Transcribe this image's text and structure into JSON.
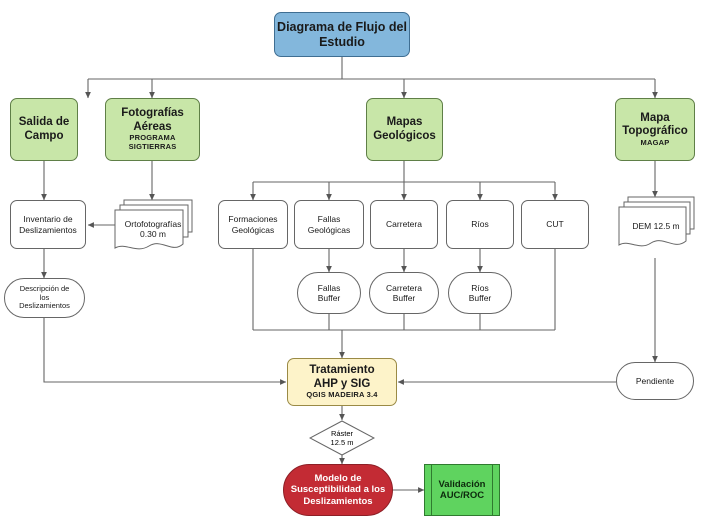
{
  "diagram": {
    "title": "Diagrama de Flujo del Estudio",
    "colors": {
      "title_fill": "#83b7dc",
      "source_fill": "#c8e6a8",
      "process_fill": "#fdf3c9",
      "model_fill": "#c32b34",
      "validation_fill": "#5fd35f",
      "default_fill": "#ffffff",
      "stroke": "#666666"
    },
    "nodes": {
      "title": {
        "label": "Diagrama de Flujo del Estudio"
      },
      "salida_campo": {
        "label": "Salida de Campo"
      },
      "fotografias_aereas": {
        "label": "Fotografías Aéreas",
        "sub": "PROGRAMA SIGTIERRAS"
      },
      "mapas_geologicos": {
        "label": "Mapas Geológicos"
      },
      "mapa_topografico": {
        "label": "Mapa Topográfico",
        "sub": "MAGAP"
      },
      "inventario": {
        "label": "Inventario de Deslizamientos"
      },
      "ortofotografias": {
        "label": "Ortofotografías",
        "line2": "0.30 m"
      },
      "formaciones": {
        "label": "Formaciones Geológicas"
      },
      "fallas": {
        "label": "Fallas Geológicas"
      },
      "carretera": {
        "label": "Carretera"
      },
      "rios": {
        "label": "Ríos"
      },
      "cut": {
        "label": "CUT"
      },
      "dem": {
        "label": "DEM 12.5 m"
      },
      "descripcion": {
        "label": "Descripción de los Deslizamientos"
      },
      "fallas_buffer": {
        "label": "Fallas Buffer"
      },
      "carretera_buffer": {
        "label": "Carretera Buffer"
      },
      "rios_buffer": {
        "label": "Ríos Buffer"
      },
      "pendiente": {
        "label": "Pendiente"
      },
      "tratamiento": {
        "label": "Tratamiento AHP y SIG",
        "sub": "QGIS MADEIRA 3.4"
      },
      "raster": {
        "label": "Ráster",
        "line2": "12.5 m"
      },
      "modelo": {
        "label": "Modelo de Susceptibilidad a los Deslizamientos"
      },
      "validacion": {
        "label": "Validación AUC/ROC"
      }
    },
    "node_text": {
      "title_l1": "Diagrama de Flujo del",
      "title_l2": "Estudio",
      "salida_l1": "Salida de",
      "salida_l2": "Campo",
      "foto_l1": "Fotografías",
      "foto_l2": "Aéreas",
      "foto_s1": "PROGRAMA",
      "foto_s2": "SIGTIERRAS",
      "mapas_l1": "Mapas",
      "mapas_l2": "Geológicos",
      "topo_l1": "Mapa",
      "topo_l2": "Topográfico",
      "topo_s1": "MAGAP",
      "inv_l1": "Inventario de",
      "inv_l2": "Deslizamientos",
      "orto_l1": "Ortofotografías",
      "orto_l2": "0.30 m",
      "form_l1": "Formaciones",
      "form_l2": "Geológicas",
      "fallas_l1": "Fallas",
      "fallas_l2": "Geológicas",
      "carretera_l1": "Carretera",
      "rios_l1": "Ríos",
      "cut_l1": "CUT",
      "dem_l1": "DEM 12.5 m",
      "desc_l1": "Descripción de",
      "desc_l2": "los",
      "desc_l3": "Deslizamientos",
      "fb_l1": "Fallas",
      "fb_l2": "Buffer",
      "cb_l1": "Carretera",
      "cb_l2": "Buffer",
      "rb_l1": "Ríos",
      "rb_l2": "Buffer",
      "pend_l1": "Pendiente",
      "trat_l1": "Tratamiento",
      "trat_l2": "AHP y SIG",
      "trat_s1": "QGIS MADEIRA 3.4",
      "raster_l1": "Ráster",
      "raster_l2": "12.5 m",
      "modelo_l1": "Modelo de",
      "modelo_l2": "Susceptibilidad a los",
      "modelo_l3": "Deslizamientos",
      "valid_l1": "Validación",
      "valid_l2": "AUC/ROC"
    }
  }
}
